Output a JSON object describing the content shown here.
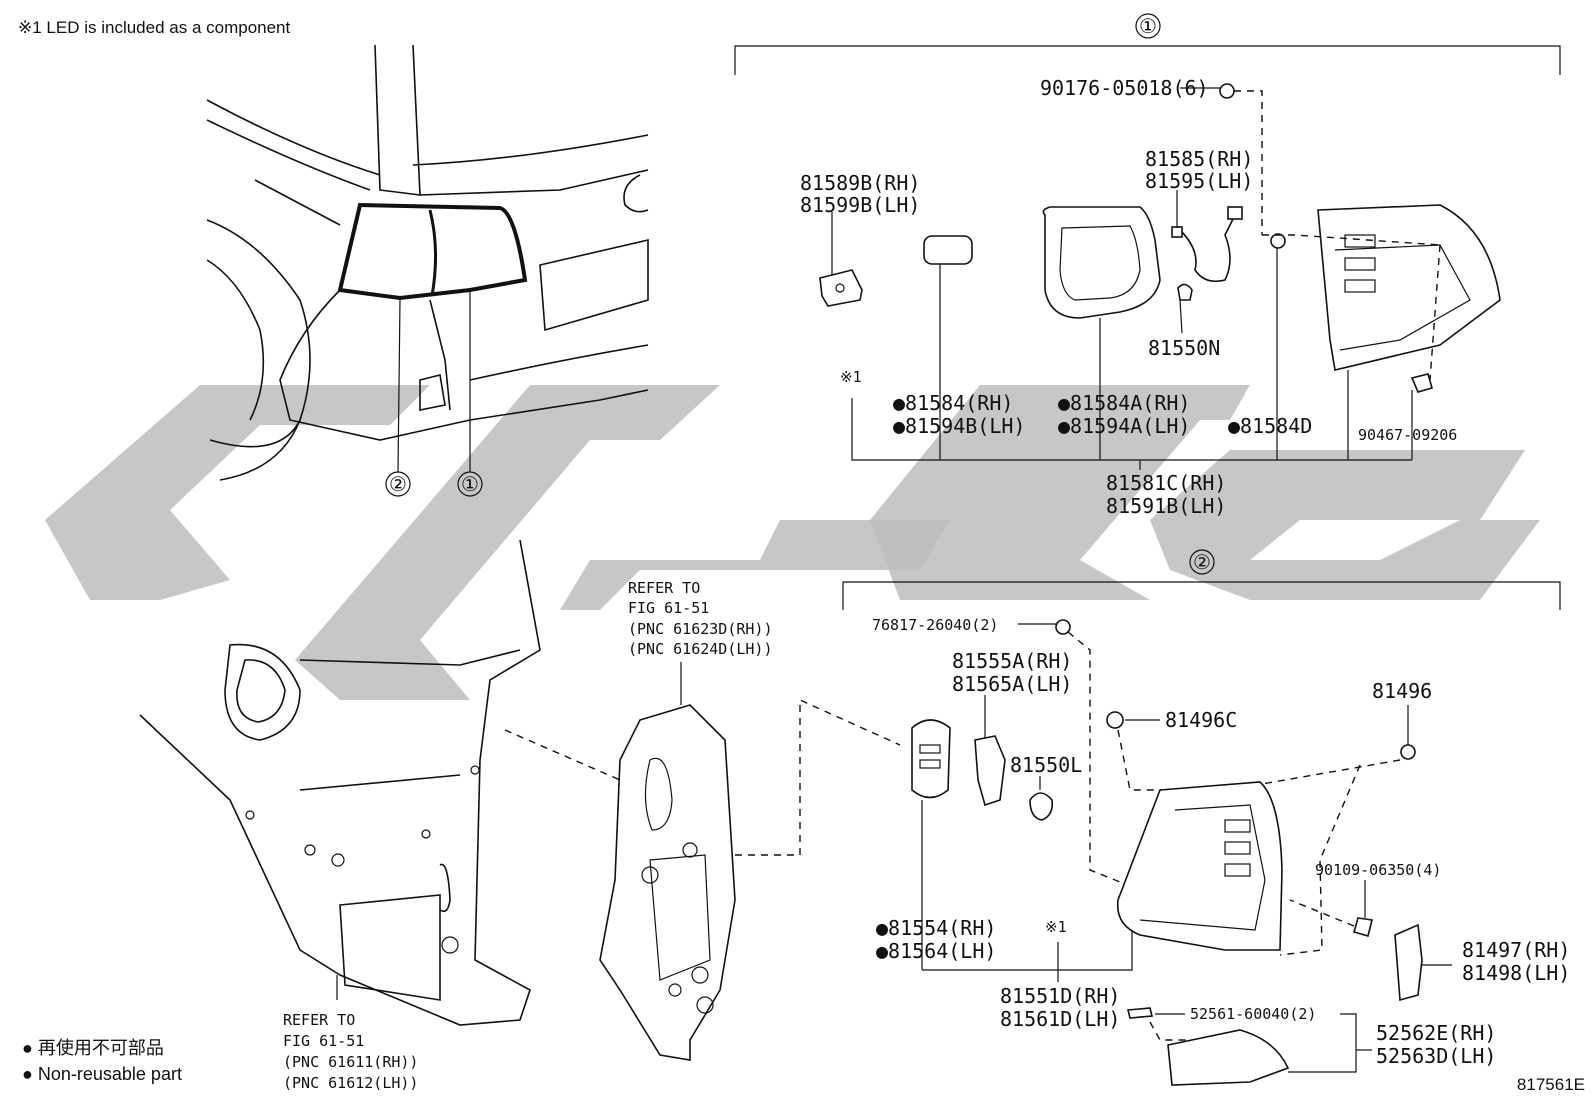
{
  "header_note": "※1 LED is included as a component",
  "group_markers": [
    "①",
    "②"
  ],
  "vehicle_callouts": [
    "②",
    "①"
  ],
  "group1": {
    "labels": {
      "screw_top": "90176-05018(6)",
      "socket_rh": "81589B(RH)",
      "socket_lh": "81599B(LH)",
      "wire_rh": "81585(RH)",
      "wire_lh": "81595(LH)",
      "bulb": "81550N",
      "note_ref": "※1",
      "lens_rh": "●81584(RH)",
      "lens_lh": "●81594B(LH)",
      "gasket_rh": "●81584A(RH)",
      "gasket_lh": "●81594A(LH)",
      "clip": "●81584D",
      "bolt": "90467-09206",
      "assy_rh": "81581C(RH)",
      "assy_lh": "81591B(LH)"
    }
  },
  "group2": {
    "labels": {
      "nut_top": "76817-26040(2)",
      "socket_rh": "81555A(RH)",
      "socket_lh": "81565A(LH)",
      "bulb": "81550L",
      "grommet": "81496C",
      "clip": "81496",
      "screw": "90109-06350(4)",
      "cover_rh": "81497(RH)",
      "cover_lh": "81498(LH)",
      "lens_rh": "●81554(RH)",
      "lens_lh": "●81564(LH)",
      "note_ref": "※1",
      "assy_rh": "81551D(RH)",
      "assy_lh": "81561D(LH)",
      "screw2": "52561-60040(2)",
      "reflector_rh": "52562E(RH)",
      "reflector_lh": "52563D(LH)"
    }
  },
  "refer_upper": {
    "line1": "REFER TO",
    "line2": "FIG 61-51",
    "line3": "(PNC 61623D(RH))",
    "line4": "(PNC 61624D(LH))"
  },
  "refer_lower": {
    "line1": "REFER TO",
    "line2": "FIG 61-51",
    "line3": "(PNC 61611(RH))",
    "line4": "(PNC 61612(LH))"
  },
  "legend": {
    "line_jp": "● 再使用不可部品",
    "line_en": "● Non-reusable part"
  },
  "figure_id": "817561E"
}
